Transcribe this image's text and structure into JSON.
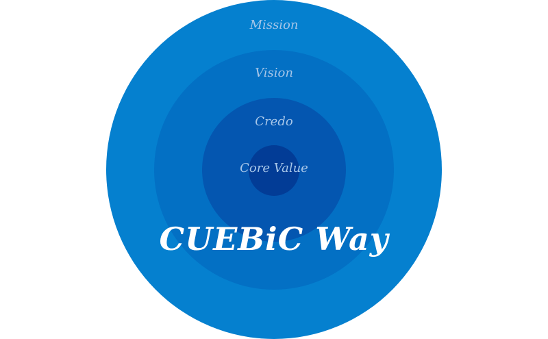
{
  "diagram": {
    "rings": [
      {
        "id": "mission",
        "label": "Mission",
        "color": "#0580cf"
      },
      {
        "id": "vision",
        "label": "Vision",
        "color": "#0370c4"
      },
      {
        "id": "credo",
        "label": "Credo",
        "color": "#0456b0"
      },
      {
        "id": "core",
        "label": "Core Value",
        "color": "#023c96"
      }
    ],
    "brand": "CUEBiC Way",
    "colors": {
      "ring_label": "#a7c6e8",
      "brand_text": "#ffffff",
      "background": "#ffffff"
    }
  }
}
